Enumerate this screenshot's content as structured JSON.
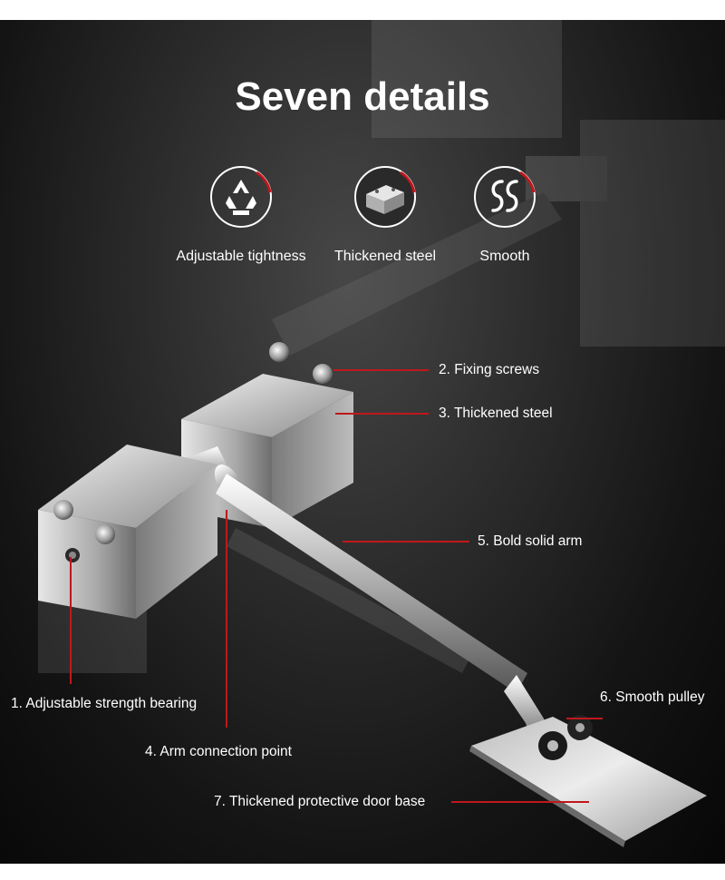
{
  "title": "Seven details",
  "features": [
    {
      "label": "Adjustable tightness",
      "icon": "recycle-icon"
    },
    {
      "label": "Thickened steel",
      "icon": "steel-block-icon"
    },
    {
      "label": "Smooth",
      "icon": "smooth-wave-icon"
    }
  ],
  "callouts": {
    "c1": "1. Adjustable strength bearing",
    "c2": "2. Fixing screws",
    "c3": "3. Thickened steel",
    "c4": "4. Arm connection point",
    "c5": "5. Bold solid arm",
    "c6": "6. Smooth pulley",
    "c7": "7. Thickened protective door base"
  },
  "colors": {
    "accent": "#c0171c",
    "text": "#ffffff",
    "background": "#1a1a1a"
  }
}
